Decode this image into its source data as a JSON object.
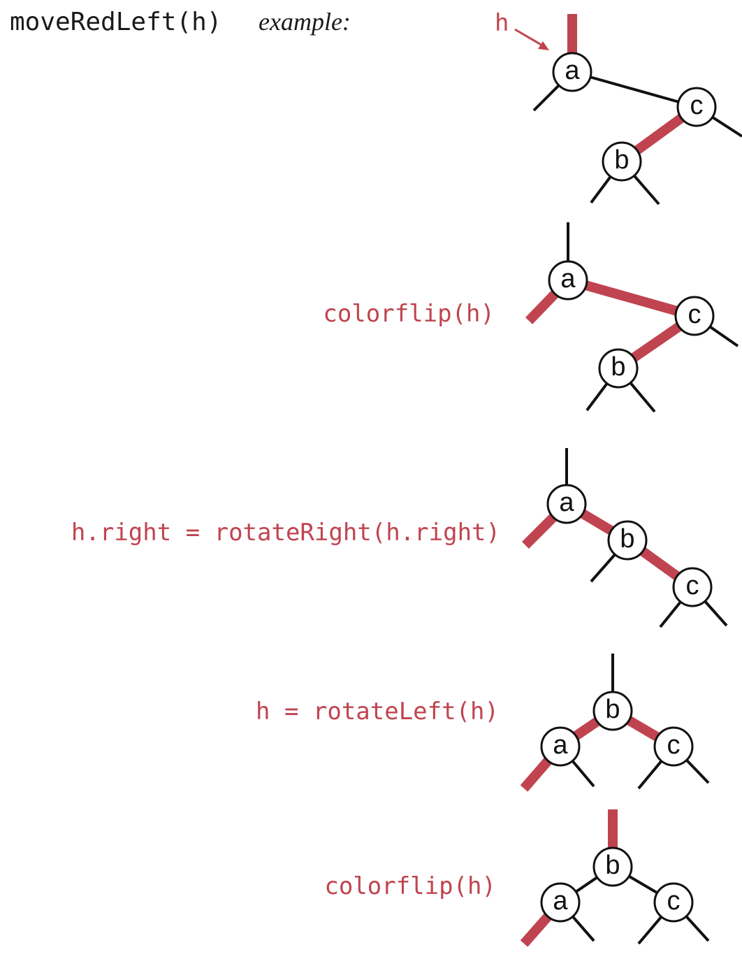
{
  "title": {
    "code": "moveRedLeft(h)",
    "italic": "example:"
  },
  "pointer_label": "h",
  "colors": {
    "red_link": "#c0444f",
    "black_link": "#111111",
    "node_fill": "#ffffff"
  },
  "steps": [
    {
      "label": "",
      "nodes": [
        "a",
        "c",
        "b"
      ],
      "links": [
        {
          "from": "parent",
          "to": "a",
          "color": "red"
        },
        {
          "from": "a",
          "to": "left-child",
          "color": "black"
        },
        {
          "from": "a",
          "to": "c",
          "color": "black"
        },
        {
          "from": "c",
          "to": "b",
          "color": "red"
        },
        {
          "from": "c",
          "to": "right-child",
          "color": "black"
        },
        {
          "from": "b",
          "to": "left-child",
          "color": "black"
        },
        {
          "from": "b",
          "to": "right-child",
          "color": "black"
        }
      ]
    },
    {
      "label": "colorflip(h)",
      "nodes": [
        "a",
        "c",
        "b"
      ],
      "links": [
        {
          "from": "parent",
          "to": "a",
          "color": "black"
        },
        {
          "from": "a",
          "to": "left-child",
          "color": "red"
        },
        {
          "from": "a",
          "to": "c",
          "color": "red"
        },
        {
          "from": "c",
          "to": "b",
          "color": "red"
        },
        {
          "from": "c",
          "to": "right-child",
          "color": "black"
        },
        {
          "from": "b",
          "to": "left-child",
          "color": "black"
        },
        {
          "from": "b",
          "to": "right-child",
          "color": "black"
        }
      ]
    },
    {
      "label": "h.right = rotateRight(h.right)",
      "nodes": [
        "a",
        "b",
        "c"
      ],
      "links": [
        {
          "from": "parent",
          "to": "a",
          "color": "black"
        },
        {
          "from": "a",
          "to": "left-child",
          "color": "red"
        },
        {
          "from": "a",
          "to": "b",
          "color": "red"
        },
        {
          "from": "b",
          "to": "left-child",
          "color": "black"
        },
        {
          "from": "b",
          "to": "c",
          "color": "red"
        },
        {
          "from": "c",
          "to": "left-child",
          "color": "black"
        },
        {
          "from": "c",
          "to": "right-child",
          "color": "black"
        }
      ]
    },
    {
      "label": "h = rotateLeft(h)",
      "nodes": [
        "b",
        "a",
        "c"
      ],
      "links": [
        {
          "from": "parent",
          "to": "b",
          "color": "black"
        },
        {
          "from": "b",
          "to": "a",
          "color": "red"
        },
        {
          "from": "b",
          "to": "c",
          "color": "red"
        },
        {
          "from": "a",
          "to": "left-child",
          "color": "red"
        },
        {
          "from": "a",
          "to": "right-child",
          "color": "black"
        },
        {
          "from": "c",
          "to": "left-child",
          "color": "black"
        },
        {
          "from": "c",
          "to": "right-child",
          "color": "black"
        }
      ]
    },
    {
      "label": "colorflip(h)",
      "nodes": [
        "b",
        "a",
        "c"
      ],
      "links": [
        {
          "from": "parent",
          "to": "b",
          "color": "red"
        },
        {
          "from": "b",
          "to": "a",
          "color": "black"
        },
        {
          "from": "b",
          "to": "c",
          "color": "black"
        },
        {
          "from": "a",
          "to": "left-child",
          "color": "red"
        },
        {
          "from": "a",
          "to": "right-child",
          "color": "black"
        },
        {
          "from": "c",
          "to": "left-child",
          "color": "black"
        },
        {
          "from": "c",
          "to": "right-child",
          "color": "black"
        }
      ]
    }
  ]
}
